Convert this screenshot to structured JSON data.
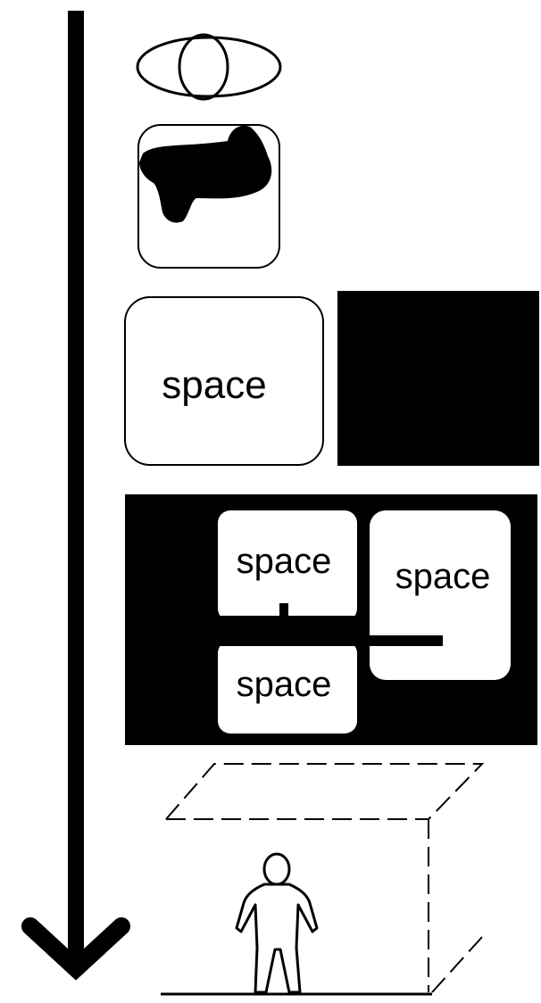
{
  "diagram": {
    "colors": {
      "ink": "#000000",
      "paper": "#ffffff"
    },
    "stages": [
      {
        "id": "eye",
        "icon": "eye-icon"
      },
      {
        "id": "thought",
        "icon": "ink-blob-icon"
      },
      {
        "id": "single-space",
        "label": "space"
      },
      {
        "id": "multiple-spaces",
        "labels": [
          "space",
          "space",
          "space"
        ]
      },
      {
        "id": "room",
        "icon": "person-icon"
      }
    ],
    "arrow": {
      "icon": "down-arrow-icon"
    }
  }
}
